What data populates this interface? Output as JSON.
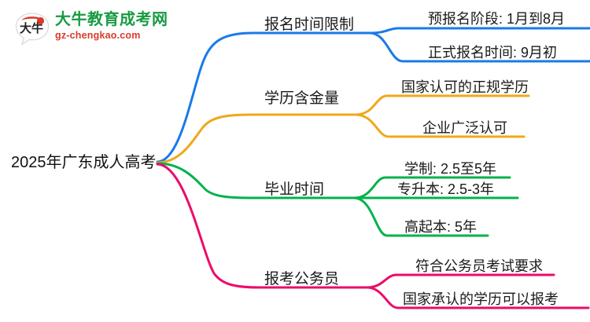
{
  "logo": {
    "mark_text": "大牛",
    "mark_icon": "speech-bubble-logo-icon",
    "brand_cn": "大牛教育成考网",
    "brand_url": "gz-chengkao.com",
    "brand_cn_color": "#189b42",
    "brand_url_color": "#d93a2b"
  },
  "mindmap": {
    "root": {
      "label": "2025年广东成人高考"
    },
    "branches": [
      {
        "label": "报名时间限制",
        "color": "#1a7ae8",
        "leaves": [
          {
            "label": "预报名阶段: 1月到8月"
          },
          {
            "label": "正式报名时间: 9月初"
          }
        ]
      },
      {
        "label": "学历含金量",
        "color": "#f0a818",
        "leaves": [
          {
            "label": "国家认可的正规学历"
          },
          {
            "label": "企业广泛认可"
          }
        ]
      },
      {
        "label": "毕业时间",
        "color": "#00b34a",
        "leaves": [
          {
            "label": "学制: 2.5至5年"
          },
          {
            "label": "专升本: 2.5-3年"
          },
          {
            "label": "高起本: 5年"
          }
        ]
      },
      {
        "label": "报考公务员",
        "color": "#ee0a6a",
        "leaves": [
          {
            "label": "符合公务员考试要求"
          },
          {
            "label": "国家承认的学历可以报考"
          }
        ]
      }
    ]
  }
}
